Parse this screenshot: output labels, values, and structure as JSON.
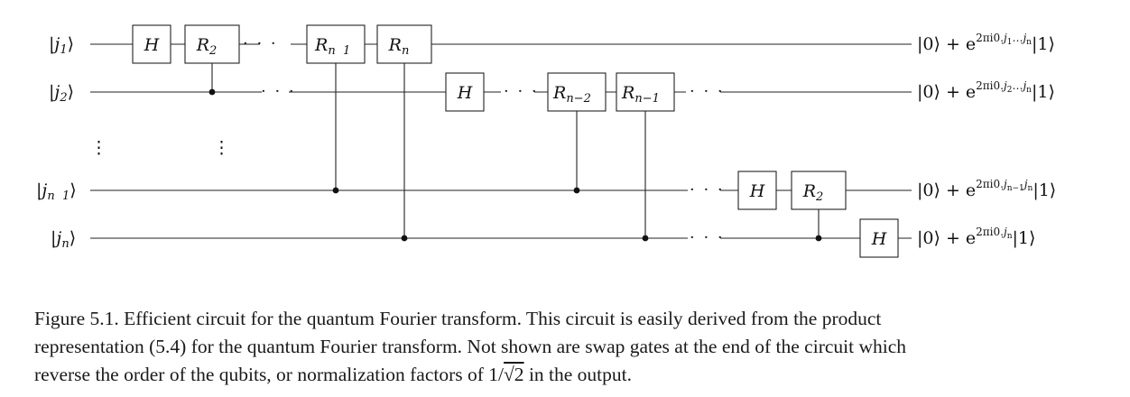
{
  "diagram": {
    "inputs": [
      {
        "label": "j",
        "sub": "1"
      },
      {
        "label": "j",
        "sub": "2"
      },
      {
        "label": "j",
        "sub": "n  1"
      },
      {
        "label": "j",
        "sub": "n"
      }
    ],
    "vdots": "⋮",
    "hdots": "· · ·",
    "gates": {
      "H": "H",
      "R2": {
        "base": "R",
        "sub": "2"
      },
      "Rn1_top": {
        "base": "R",
        "sub": "n  1"
      },
      "Rn": {
        "base": "R",
        "sub": "n"
      },
      "Rn2": {
        "base": "R",
        "sub": "n−2"
      },
      "Rn1": {
        "base": "R",
        "sub": "n−1"
      }
    },
    "outputs": [
      {
        "ket0": "|0⟩ + e",
        "exp_pre": "2πi0.",
        "exp_var": "j",
        "exp_sub1": "1",
        "exp_mid": "…",
        "exp_var2": "j",
        "exp_sub2": "n",
        "ket1": "|1⟩"
      },
      {
        "ket0": "|0⟩ + e",
        "exp_pre": "2πi0.",
        "exp_var": "j",
        "exp_sub1": "2",
        "exp_mid": "…",
        "exp_var2": "j",
        "exp_sub2": "n",
        "ket1": "|1⟩"
      },
      {
        "ket0": "|0⟩ + e",
        "exp_pre": "2πi0.",
        "exp_var": "j",
        "exp_sub1": "n−1",
        "exp_mid": "",
        "exp_var2": "j",
        "exp_sub2": "n",
        "ket1": "|1⟩"
      },
      {
        "ket0": "|0⟩ + e",
        "exp_pre": "2πi0.",
        "exp_var": "j",
        "exp_sub1": "n",
        "exp_mid": "",
        "exp_var2": "",
        "exp_sub2": "",
        "ket1": "|1⟩"
      }
    ]
  },
  "caption": {
    "line1": "Figure 5.1. Efficient circuit for the quantum Fourier transform. This circuit is easily derived from the product",
    "line2": "representation (5.4) for the quantum Fourier transform. Not shown are swap gates at the end of the circuit which",
    "line3_pre": "reverse the order of the qubits, or normalization factors of 1/",
    "line3_sqrt": "√2",
    "line3_post": " in the output."
  }
}
